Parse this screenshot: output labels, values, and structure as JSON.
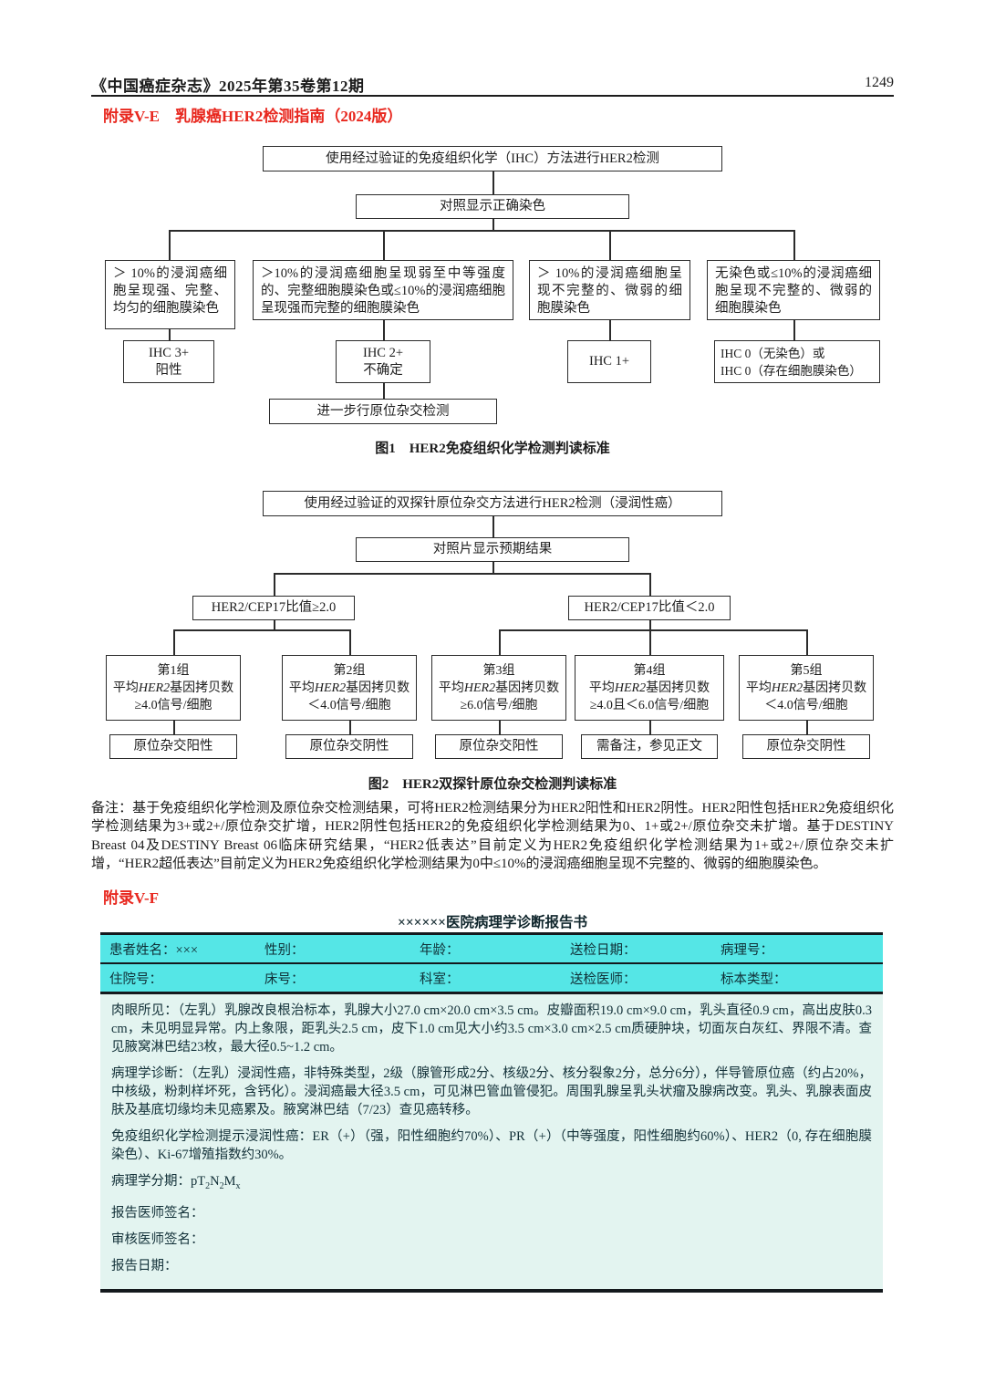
{
  "header": {
    "journal": "《中国癌症杂志》2025年第35卷第12期",
    "page_no": "1249"
  },
  "appendix_e": {
    "title": "附录V-E　乳腺癌HER2检测指南（2024版）"
  },
  "fig1": {
    "top_box": "使用经过验证的免疫组织化学（IHC）方法进行HER2检测",
    "control_box": "对照显示正确染色",
    "branch1": "＞ 10%的浸润癌细胞呈现强、完整、均匀的细胞膜染色",
    "branch2": "＞10%的浸润癌细胞呈现弱至中等强度的、完整细胞膜染色或≤10%的浸润癌细胞呈现强而完整的细胞膜染色",
    "branch3": "＞ 10%的浸润癌细胞呈现不完整的、微弱的细胞膜染色",
    "branch4": "无染色或≤10%的浸润癌细胞呈现不完整的、微弱的细胞膜染色",
    "result1": "IHC 3+\n阳性",
    "result2": "IHC 2+\n不确定",
    "result3": "IHC 1+",
    "result4": "IHC 0（无染色）或\nIHC 0（存在细胞膜染色）",
    "followup_box": "进一步行原位杂交检测",
    "caption": "图1　HER2免疫组织化学检测判读标准"
  },
  "fig2": {
    "top_box": "使用经过验证的双探针原位杂交方法进行HER2检测（浸润性癌）",
    "control_box": "对照片显示预期结果",
    "ratio_high": "HER2/CEP17比值≥2.0",
    "ratio_low": "HER2/CEP17比值＜2.0",
    "gene_pre": "平均",
    "gene": "HER2",
    "gene_post": "基因拷贝数",
    "groups": [
      {
        "name": "第1组",
        "copies": "≥4.0信号/细胞",
        "result": "原位杂交阳性"
      },
      {
        "name": "第2组",
        "copies": "＜4.0信号/细胞",
        "result": "原位杂交阴性"
      },
      {
        "name": "第3组",
        "copies": "≥6.0信号/细胞",
        "result": "原位杂交阳性"
      },
      {
        "name": "第4组",
        "copies": "≥4.0且＜6.0信号/细胞",
        "result": "需备注，参见正文"
      },
      {
        "name": "第5组",
        "copies": "＜4.0信号/细胞",
        "result": "原位杂交阴性"
      }
    ],
    "caption": "图2　HER2双探针原位杂交检测判读标准"
  },
  "note": "备注：基于免疫组织化学检测及原位杂交检测结果，可将HER2检测结果分为HER2阳性和HER2阴性。HER2阳性包括HER2免疫组织化学检测结果为3+或2+/原位杂交扩增，HER2阴性包括HER2的免疫组织化学检测结果为0、1+或2+/原位杂交未扩增。基于DESTINY Breast 04及DESTINY Breast 06临床研究结果，“HER2低表达”目前定义为HER2免疫组织化学检测结果为1+或2+/原位杂交未扩增，“HER2超低表达”目前定义为HER2免疫组织化学检测结果为0中≤10%的浸润癌细胞呈现不完整的、微弱的细胞膜染色。",
  "appendix_f": {
    "title": "附录V-F",
    "report_title": "××××××医院病理学诊断报告书",
    "info_row1": [
      "患者姓名：×××",
      "性别：",
      "年龄：",
      "送检日期：",
      "病理号："
    ],
    "info_row2": [
      "住院号：",
      "床号：",
      "科室：",
      "送检医师：",
      "标本类型："
    ],
    "gross": "肉眼所见：（左乳）乳腺改良根治标本，乳腺大小27.0 cm×20.0 cm×3.5 cm。皮瓣面积19.0 cm×9.0 cm，乳头直径0.9 cm，高出皮肤0.3 cm，未见明显异常。内上象限，距乳头2.5 cm，皮下1.0 cm见大小约3.5 cm×3.0 cm×2.5 cm质硬肿块，切面灰白灰红、界限不清。查见腋窝淋巴结23枚，最大径0.5~1.2 cm。",
    "diagnosis": "病理学诊断：（左乳）浸润性癌，非特殊类型，2级（腺管形成2分、核级2分、核分裂象2分，总分6分），伴导管原位癌（约占20%，中核级，粉刺样坏死，含钙化）。浸润癌最大径3.5 cm，可见淋巴管血管侵犯。周围乳腺呈乳头状瘤及腺病改变。乳头、乳腺表面皮肤及基底切缘均未见癌累及。腋窝淋巴结（7/23）查见癌转移。",
    "ihc": "免疫组织化学检测提示浸润性癌：ER（+）（强，阳性细胞约70%）、PR（+）（中等强度，阳性细胞约60%）、HER2（0, 存在细胞膜染色）、Ki-67增殖指数约30%。",
    "staging_label": "病理学分期：",
    "staging": {
      "t": "pT",
      "t_sub": "2",
      "n": "N",
      "n_sub": "2",
      "m": "M",
      "m_sub": "x"
    },
    "sign_reporter": "报告医师签名：",
    "sign_reviewer": "审核医师签名：",
    "report_date": "报告日期："
  },
  "colors": {
    "accent_red": "#e8271e",
    "table_cyan": "#55e6e6",
    "table_body_bg": "#e3f4f0",
    "border_dark": "#14191d"
  }
}
